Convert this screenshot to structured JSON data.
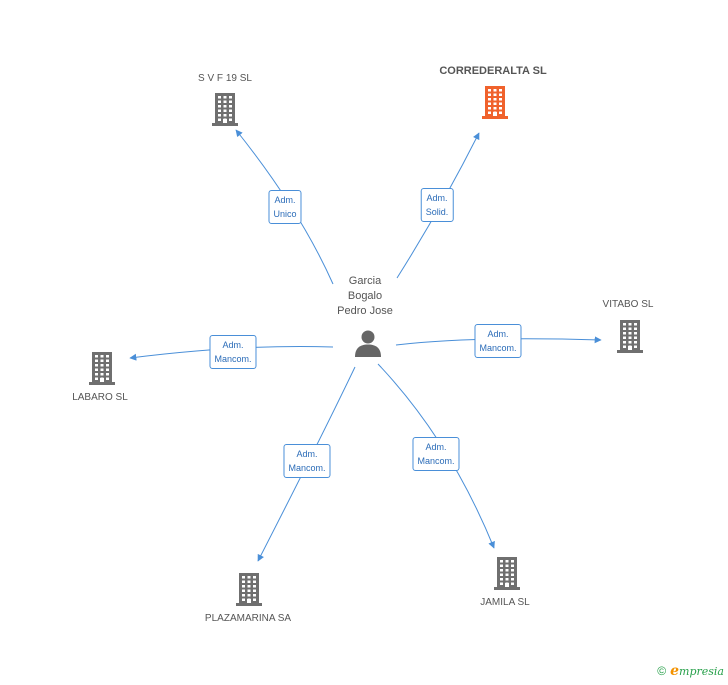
{
  "center": {
    "name_lines": [
      "Garcia",
      "Bogalo",
      "Pedro Jose"
    ],
    "icon": "person-icon"
  },
  "companies": [
    {
      "id": "svf19",
      "name": "S V F 19 SL",
      "highlight": false,
      "role_lines": [
        "Adm.",
        "Unico"
      ]
    },
    {
      "id": "correderalta",
      "name": "CORREDERALTA SL",
      "highlight": true,
      "role_lines": [
        "Adm.",
        "Solid."
      ]
    },
    {
      "id": "vitabo",
      "name": "VITABO SL",
      "highlight": false,
      "role_lines": [
        "Adm.",
        "Mancom."
      ]
    },
    {
      "id": "labaro",
      "name": "LABARO SL",
      "highlight": false,
      "role_lines": [
        "Adm.",
        "Mancom."
      ]
    },
    {
      "id": "plazamarina",
      "name": "PLAZAMARINA SA",
      "highlight": false,
      "role_lines": [
        "Adm.",
        "Mancom."
      ]
    },
    {
      "id": "jamila",
      "name": "JAMILA SL",
      "highlight": false,
      "role_lines": [
        "Adm.",
        "Mancom."
      ]
    }
  ],
  "colors": {
    "link": "#4a8fd8",
    "building": "#6f6f6f",
    "building_highlight": "#f0622c",
    "brand": "#27a04a"
  },
  "footer": {
    "copyright_symbol": "©",
    "brand_initial": "e",
    "brand_rest": "mpresia"
  }
}
